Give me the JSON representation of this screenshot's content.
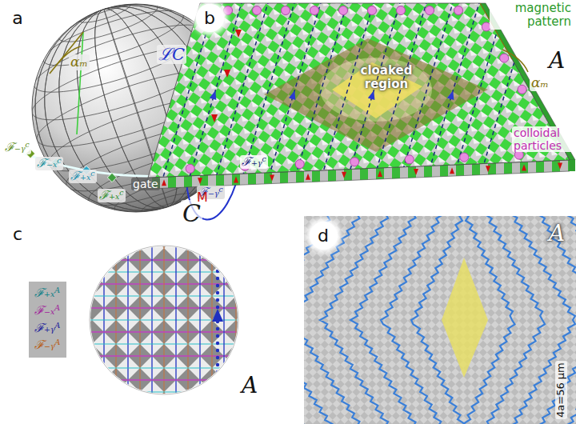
{
  "diagram": {
    "nodes": [
      {
        "text": [
          "a"
        ]
      },
      {
        "text": [
          "b"
        ]
      },
      {
        "text": [
          "c"
        ]
      },
      {
        "text": [
          "d"
        ]
      },
      {
        "text": [
          "ℱ₊ₓᴬ",
          "ℱ₋ₓᴬ",
          "ℱ₊ᵧᴬ",
          "ℱ₋ᵧᴬ"
        ]
      }
    ],
    "labels": [
      "αₘ",
      "ℱ₋ᵧᶜ",
      "ℱ₋ₓᶜ",
      "ℱ₊ₓᶜ",
      "ℱ₊ₓᶜ",
      "gate",
      "ℱ₊ᵧᶜ",
      "ℱ₋ᵧᶜ",
      "ℒC",
      "C",
      "magnetic pattern",
      "A",
      "αₘ",
      "cloaked region",
      "colloidal particles",
      "M",
      "A",
      "A",
      "4a=56 μm"
    ]
  }
}
